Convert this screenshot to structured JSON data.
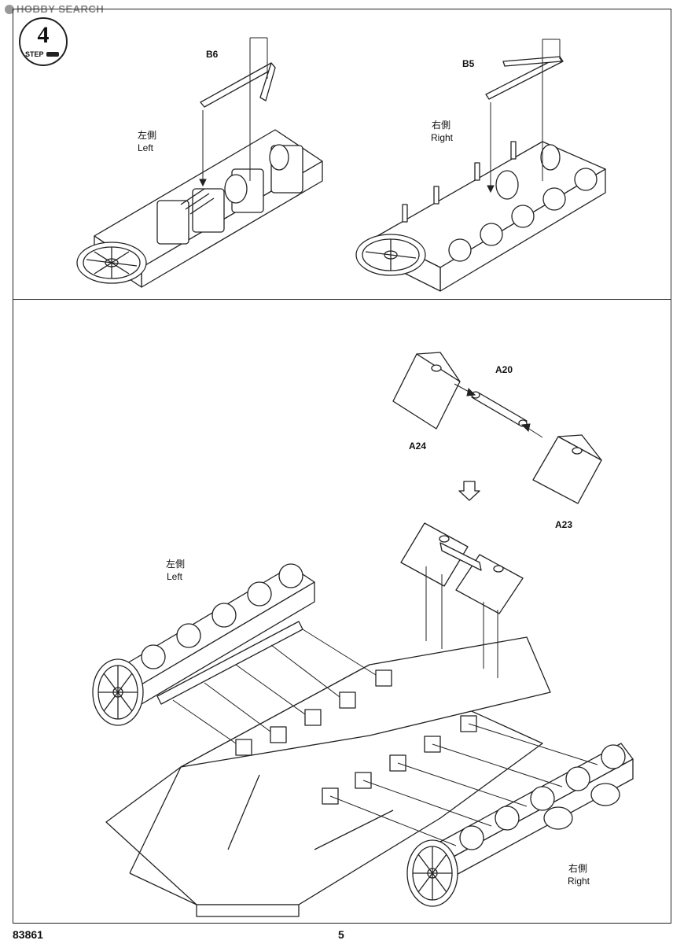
{
  "watermark": {
    "text": "HOBBY SEARCH"
  },
  "step": {
    "number": "4",
    "word": "STEP"
  },
  "top_panel": {
    "left_view": {
      "part": "B6",
      "side_cn": "左側",
      "side_en": "Left"
    },
    "right_view": {
      "part": "B5",
      "side_cn": "右側",
      "side_en": "Right"
    }
  },
  "bottom_panel": {
    "parts": {
      "a20": "A20",
      "a24": "A24",
      "a23": "A23"
    },
    "left_label": {
      "cn": "左側",
      "en": "Left"
    },
    "right_label": {
      "cn": "右側",
      "en": "Right"
    }
  },
  "footer": {
    "kit_number": "83861",
    "page_number": "5"
  }
}
